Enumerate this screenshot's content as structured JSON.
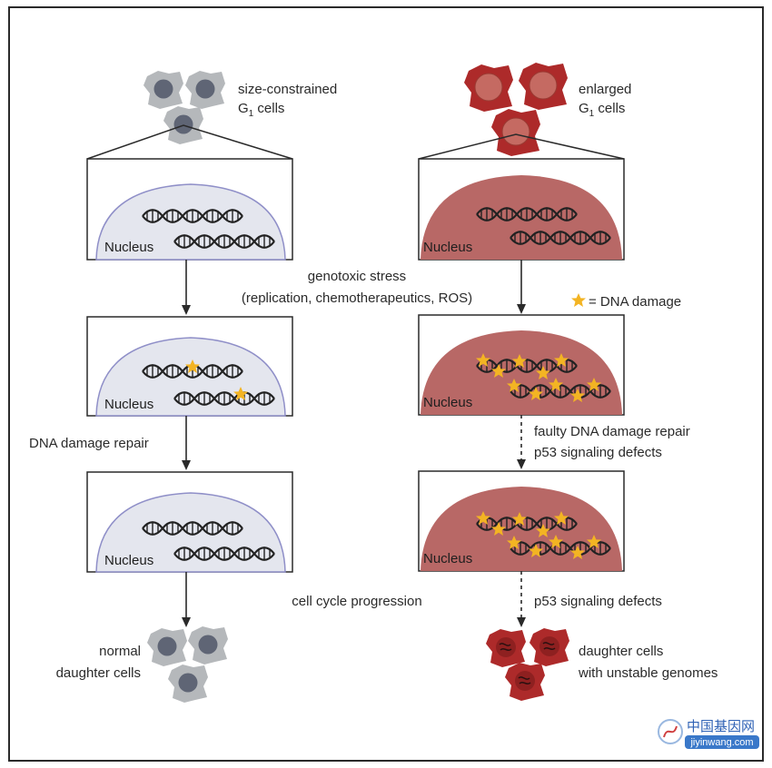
{
  "left_column": {
    "top_label_line1": "size-constrained",
    "top_label_line2_main": "G",
    "top_label_line2_sub": "1",
    "top_label_line2_tail": " cells",
    "nucleus_label_1": "Nucleus",
    "nucleus_label_2": "Nucleus",
    "nucleus_label_3": "Nucleus",
    "repair_label": "DNA damage repair",
    "bottom_label_line1": "normal",
    "bottom_label_line2": "daughter cells"
  },
  "right_column": {
    "top_label_line1": "enlarged",
    "top_label_line2_main": "G",
    "top_label_line2_sub": "1",
    "top_label_line2_tail": " cells",
    "nucleus_label_1": "Nucleus",
    "nucleus_label_2": "Nucleus",
    "nucleus_label_3": "Nucleus",
    "legend_symbol_text": "= DNA damage",
    "faulty_line1": "faulty DNA damage repair",
    "faulty_line2": "p53 signaling defects",
    "p53_label": "p53 signaling defects",
    "bottom_label_line1": "daughter cells",
    "bottom_label_line2": "with unstable genomes"
  },
  "center": {
    "stress_line1": "genotoxic stress",
    "stress_line2": "(replication, chemotherapeutics, ROS)",
    "progression_label": "cell cycle progression"
  },
  "watermark": {
    "line1": "中国基因网",
    "line2": "jiyinwang.com"
  },
  "colors": {
    "small_cell_body": "#b5b8bb",
    "small_cell_nucleus": "#5f6575",
    "large_cell_body": "#ad2a2a",
    "large_cell_nucleus": "#c56a62",
    "left_nucleus_fill": "#e4e6ee",
    "left_nucleus_edge": "#8f8fc8",
    "right_nucleus_fill": "#b86866",
    "damage_star": "#f3b423"
  }
}
